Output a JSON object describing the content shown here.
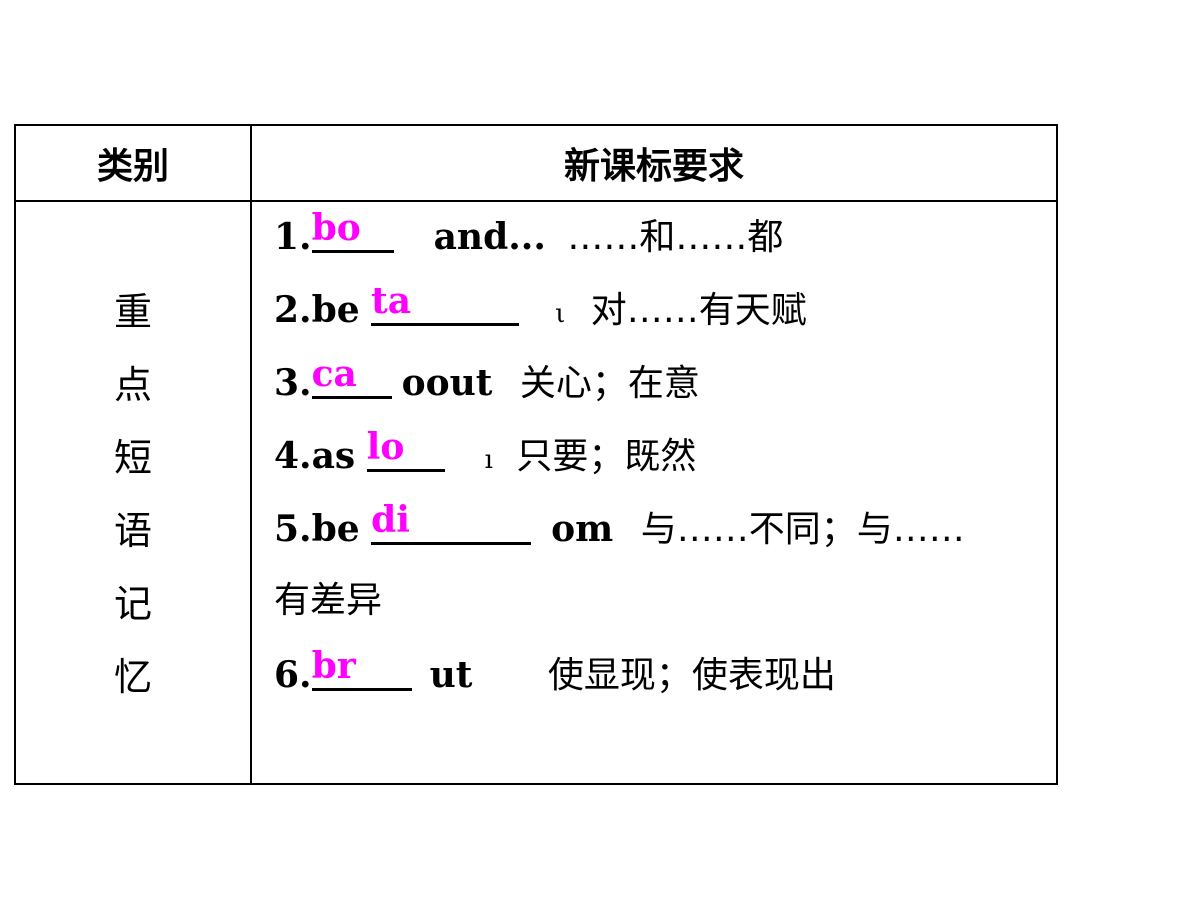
{
  "table": {
    "headers": {
      "category": "类别",
      "requirement": "新课标要求"
    },
    "category_chars": [
      "重",
      "点",
      "短",
      "语",
      "记",
      "忆"
    ],
    "items": [
      {
        "num": "1.",
        "answer": "bo",
        "rest": "and...",
        "cn": "……和……都"
      },
      {
        "num": "2.be",
        "answer": "ta",
        "rest": "ι",
        "cn": "对……有天赋"
      },
      {
        "num": "3.",
        "answer": "ca",
        "rest": "oout",
        "cn": "关心；在意"
      },
      {
        "num": "4.as",
        "answer": "lo",
        "rest": "ı",
        "cn": "只要；既然"
      },
      {
        "num": "5.be",
        "answer": "di",
        "rest": "om",
        "cn": "与……不同；与……"
      },
      {
        "num": "",
        "answer": "",
        "rest": "",
        "cn": "有差异"
      },
      {
        "num": "6.",
        "answer": "br",
        "rest": "ut",
        "cn": "使显现；使表现出"
      }
    ]
  },
  "colors": {
    "answer": "#ff00ff",
    "border": "#000000"
  }
}
